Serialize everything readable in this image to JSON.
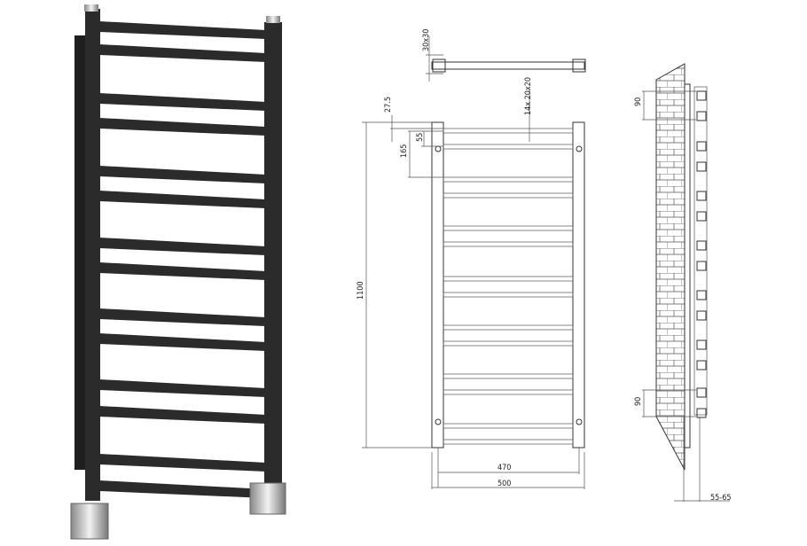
{
  "product": {
    "finish": "black",
    "rail_count": 14
  },
  "dimensions": {
    "post_section": "30x30",
    "rails": "14x 20x20",
    "top_offset": "27.5",
    "rail_gap": "55",
    "pair_pitch": "165",
    "height": "1100",
    "axis_width": "470",
    "width": "500",
    "bracket_top": "90",
    "bracket_bottom": "90",
    "wall_distance": "55-65"
  },
  "colors": {
    "rail": "#2b2b2b",
    "line": "#333333",
    "chrome": "#c9c9c9"
  }
}
